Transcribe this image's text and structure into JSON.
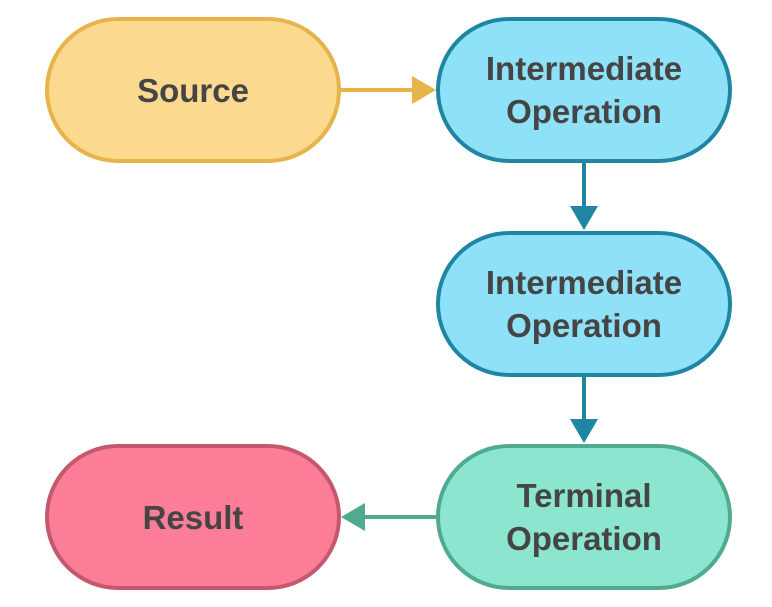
{
  "nodes": {
    "source": {
      "lines": [
        "Source"
      ],
      "fill": "#fbd98e",
      "stroke": "#e6b44a"
    },
    "intermediate_1": {
      "lines": [
        "Intermediate",
        "Operation"
      ],
      "fill": "#8ee1f7",
      "stroke": "#1e85a3"
    },
    "intermediate_2": {
      "lines": [
        "Intermediate",
        "Operation"
      ],
      "fill": "#8ee1f7",
      "stroke": "#1e85a3"
    },
    "terminal": {
      "lines": [
        "Terminal",
        "Operation"
      ],
      "fill": "#8ce6cf",
      "stroke": "#4faa90"
    },
    "result": {
      "lines": [
        "Result"
      ],
      "fill": "#fb7d97",
      "stroke": "#c4586d"
    }
  },
  "edges": [
    {
      "from": "source",
      "to": "intermediate_1",
      "color": "#e6b44a"
    },
    {
      "from": "intermediate_1",
      "to": "intermediate_2",
      "color": "#1e85a3"
    },
    {
      "from": "intermediate_2",
      "to": "terminal",
      "color": "#1e85a3"
    },
    {
      "from": "terminal",
      "to": "result",
      "color": "#4faa90"
    }
  ]
}
